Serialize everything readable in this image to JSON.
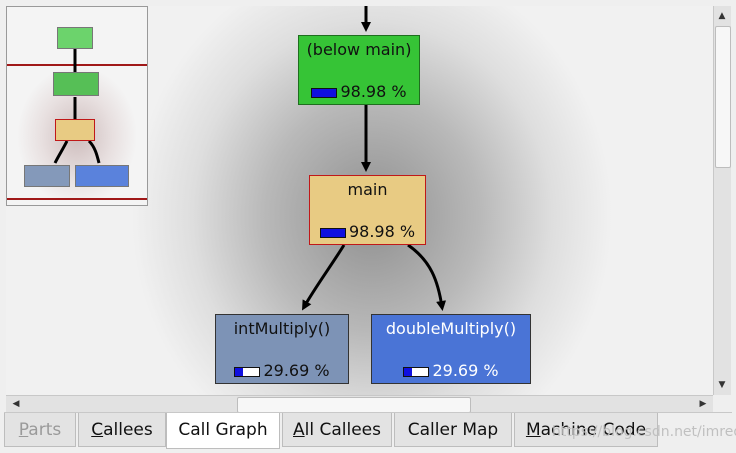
{
  "graph": {
    "nodes": {
      "below_main": {
        "label": "(below main)",
        "cost": "98.98 %",
        "fraction": 0.9898
      },
      "main": {
        "label": "main",
        "cost": "98.98 %",
        "fraction": 0.9898
      },
      "intmultiply": {
        "label": "intMultiply()",
        "cost": "29.69 %",
        "fraction": 0.2969
      },
      "doublemultiply": {
        "label": "doubleMultiply()",
        "cost": "29.69 %",
        "fraction": 0.2969
      }
    },
    "colors": {
      "below_main": "#36c436",
      "main": "#e8cb83",
      "intmultiply": "#7d93b6",
      "doublemultiply": "#4a74d6",
      "selected_border": "#c01818",
      "cost_bar": "#1010e0"
    }
  },
  "tabs": [
    {
      "key": "parts",
      "pre": "",
      "mnemonic": "P",
      "rest": "arts",
      "state": "disabled"
    },
    {
      "key": "callees",
      "pre": "",
      "mnemonic": "C",
      "rest": "allees",
      "state": "normal"
    },
    {
      "key": "call_graph",
      "pre": "",
      "mnemonic": "",
      "rest": "Call Graph",
      "state": "active"
    },
    {
      "key": "all_callees",
      "pre": "",
      "mnemonic": "A",
      "rest": "ll Callees",
      "state": "normal"
    },
    {
      "key": "caller_map",
      "pre": "",
      "mnemonic": "",
      "rest": "Caller Map",
      "state": "normal"
    },
    {
      "key": "machine_code",
      "pre": "",
      "mnemonic": "M",
      "rest": "achine Code",
      "state": "normal"
    }
  ],
  "watermark": "https://blog.csdn.net/imred"
}
